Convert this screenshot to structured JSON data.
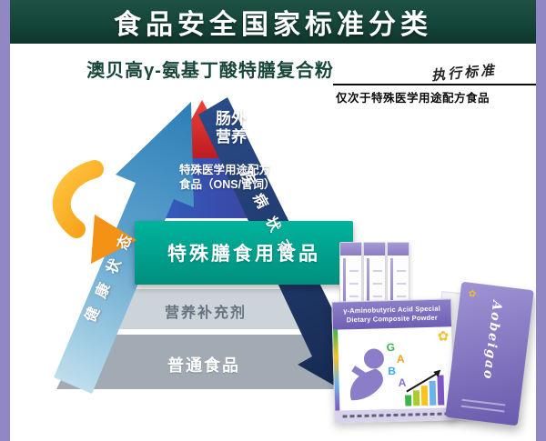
{
  "header": {
    "title": "食品安全国家标准分类"
  },
  "intro": {
    "product_name": "澳贝高γ-氨基丁酸特膳复合粉",
    "handwritten_label": "执行标准",
    "standard_note": "仅次于特殊医学用途配方食品"
  },
  "pyramid": {
    "levels": [
      {
        "label": "肠外营养"
      },
      {
        "label": "特殊医学用途配方食品（ONS/管饲）"
      },
      {
        "label": "特殊膳食用食品"
      },
      {
        "label": "营养补充剂"
      },
      {
        "label": "普通食品"
      }
    ],
    "left_arrow_label": "健康状态",
    "right_arrow_label": "疾病状态"
  },
  "products": {
    "brand": "Aobeigao",
    "box_title_line1": "γ-Aminobutyric Acid Special",
    "box_title_line2": "Dietary Composite Powder",
    "gaba_letters": [
      "G",
      "A",
      "B",
      "A"
    ]
  },
  "colors": {
    "edge_purple": "#9187c5",
    "header_green": "#16453a",
    "teal_level": "#00a38e",
    "red_arrow": "#c01322",
    "navy_band": "#1e3f73",
    "blue_band": "#2f62c4",
    "orange_arrow": "#f59e1b",
    "health_arrow_blue": "#2f7fb8"
  }
}
